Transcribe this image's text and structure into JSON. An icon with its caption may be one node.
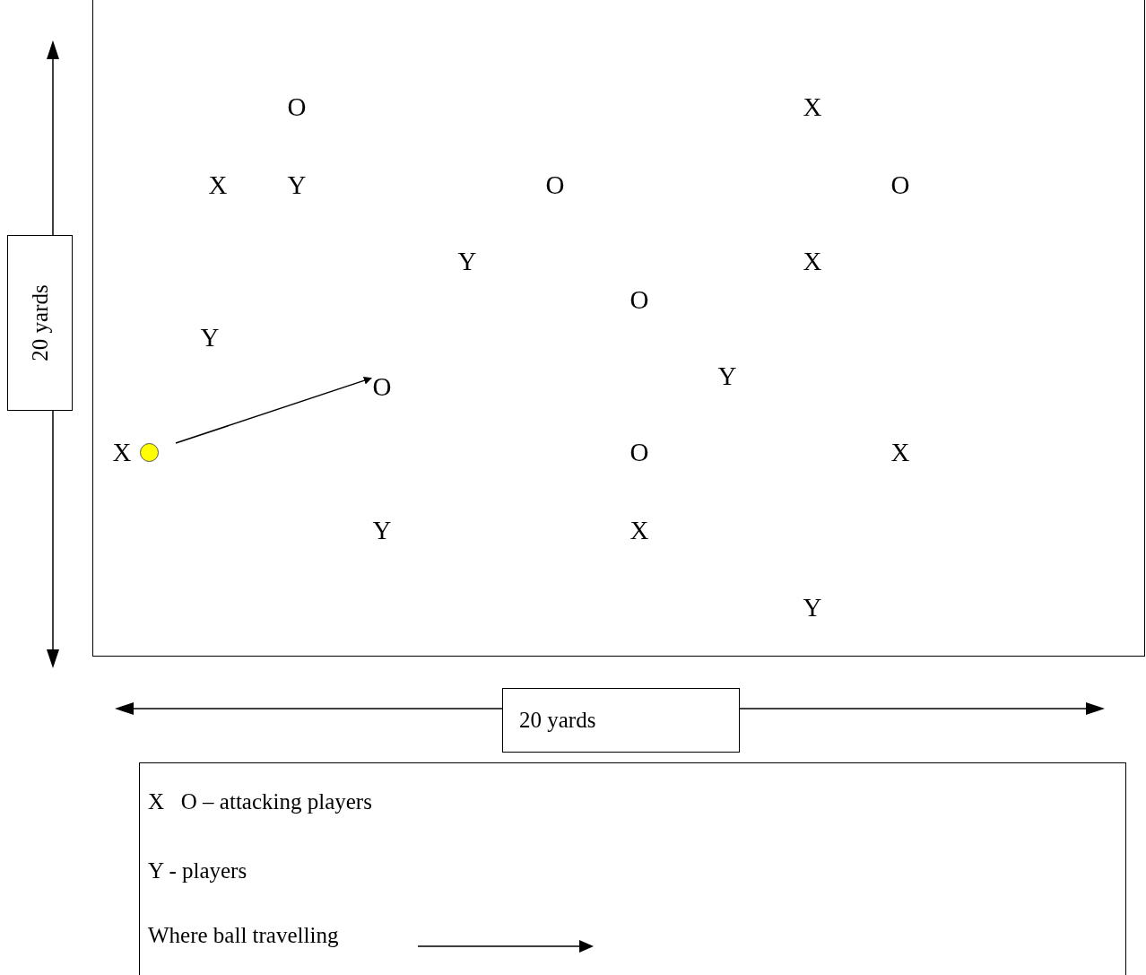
{
  "diagram": {
    "nodes": [
      {
        "text": [],
        "shape": "box"
      },
      {
        "text": [
          "20 yards"
        ]
      },
      {
        "text": [
          "20 yards"
        ]
      },
      {
        "text": [
          "X   O – attacking players",
          "Y - players",
          "Where ball travelling"
        ]
      },
      {
        "text": [],
        "shape": "circle",
        "in": 0
      },
      {
        "text": [
          "O"
        ],
        "in": 0
      }
    ],
    "edges": [
      {
        "from": 4,
        "to": 5,
        "arrow": "to"
      }
    ],
    "labels": [
      "O",
      "X",
      "X",
      "Y",
      "O",
      "O",
      "Y",
      "X",
      "O",
      "Y",
      "Y",
      "X",
      "O",
      "X",
      "Y",
      "X",
      "Y"
    ]
  }
}
